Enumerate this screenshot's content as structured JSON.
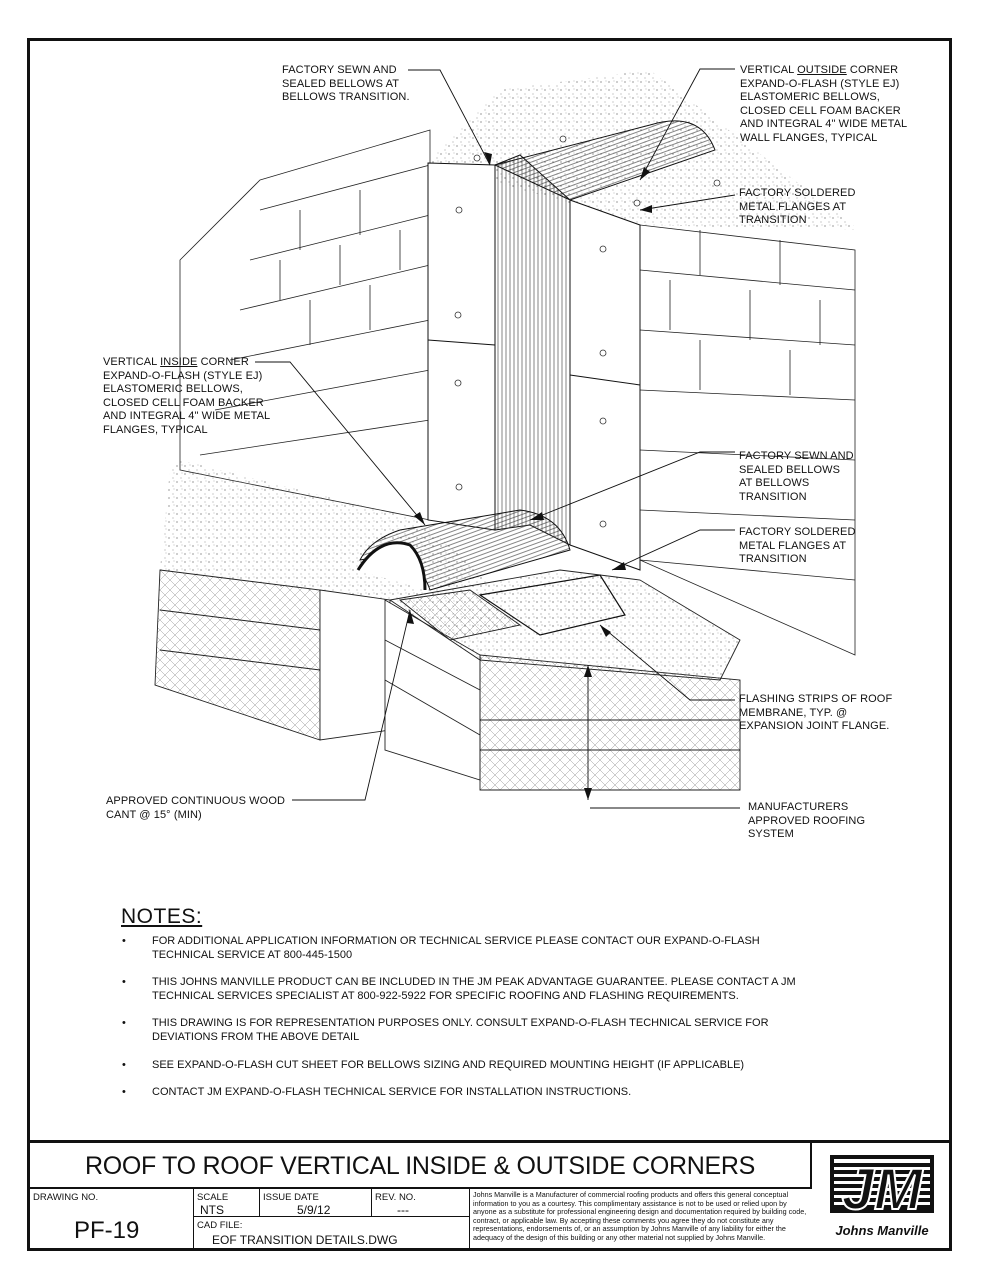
{
  "callouts": {
    "factory_sewn_top": "FACTORY SEWN AND\nSEALED BELLOWS AT\nBELLOWS TRANSITION.",
    "vertical_outside_1": "VERTICAL ",
    "vertical_outside_u": "OUTSIDE",
    "vertical_outside_2": " CORNER\nEXPAND-O-FLASH (STYLE EJ)\nELASTOMERIC BELLOWS,\nCLOSED CELL FOAM BACKER\nAND INTEGRAL  4\" WIDE METAL\nWALL FLANGES, TYPICAL",
    "factory_soldered_top": "FACTORY SOLDERED\nMETAL FLANGES AT\nTRANSITION",
    "vertical_inside_1": "VERTICAL ",
    "vertical_inside_u": "INSIDE",
    "vertical_inside_2": " CORNER\nEXPAND-O-FLASH (STYLE EJ)\nELASTOMERIC BELLOWS,\nCLOSED CELL FOAM BACKER\nAND INTEGRAL  4\" WIDE METAL\nFLANGES, TYPICAL",
    "factory_sewn_mid": "FACTORY SEWN AND\nSEALED BELLOWS\nAT BELLOWS\nTRANSITION",
    "factory_soldered_mid": "FACTORY SOLDERED\nMETAL FLANGES AT\nTRANSITION",
    "flashing_strips": "FLASHING STRIPS OF ROOF\nMEMBRANE, TYP. @\nEXPANSION JOINT FLANGE.",
    "wood_cant": "APPROVED CONTINUOUS WOOD\nCANT @ 15° (MIN)",
    "roofing_system": "MANUFACTURERS\nAPPROVED ROOFING\nSYSTEM"
  },
  "notes": {
    "title": "NOTES:",
    "items": [
      "FOR ADDITIONAL APPLICATION INFORMATION OR TECHNICAL SERVICE PLEASE CONTACT OUR EXPAND-O-FLASH TECHNICAL SERVICE AT 800-445-1500",
      "THIS JOHNS MANVILLE PRODUCT CAN BE INCLUDED IN THE JM PEAK ADVANTAGE GUARANTEE.  PLEASE CONTACT A JM TECHNICAL SERVICES SPECIALIST AT 800-922-5922 FOR SPECIFIC ROOFING AND FLASHING REQUIREMENTS.",
      "THIS DRAWING IS FOR REPRESENTATION PURPOSES ONLY. CONSULT EXPAND-O-FLASH TECHNICAL SERVICE FOR DEVIATIONS FROM THE ABOVE DETAIL",
      "SEE EXPAND-O-FLASH CUT SHEET FOR BELLOWS SIZING AND REQUIRED MOUNTING HEIGHT (IF APPLICABLE)",
      "CONTACT JM EXPAND-O-FLASH TECHNICAL SERVICE FOR INSTALLATION INSTRUCTIONS."
    ]
  },
  "title_block": {
    "title": "ROOF TO ROOF VERTICAL INSIDE & OUTSIDE CORNERS",
    "drawing_no_label": "DRAWING NO.",
    "drawing_no": "PF-19",
    "scale_label": "SCALE",
    "scale": "NTS",
    "issue_date_label": "ISSUE DATE",
    "issue_date": "5/9/12",
    "rev_label": "REV. NO.",
    "rev": "---",
    "cad_label": "CAD FILE:",
    "cad_file": "EOF TRANSITION DETAILS.DWG",
    "disclaimer": "Johns Manville is a Manufacturer of commercial roofing products and offers this general conceptual information to you as a courtesy.  This complimentary assistance is not to be used or relied upon by anyone as a substitute for professional engineering design and documentation required by building code, contract, or applicable law.  By accepting these comments you agree they do not constitute any representations, endorsements of, or an assumption by Johns Manville of any liability for either the adequacy of the design of this building or any other material not supplied by Johns Manville.",
    "logo_text": "Johns Manville",
    "logo_mark": "JM"
  }
}
